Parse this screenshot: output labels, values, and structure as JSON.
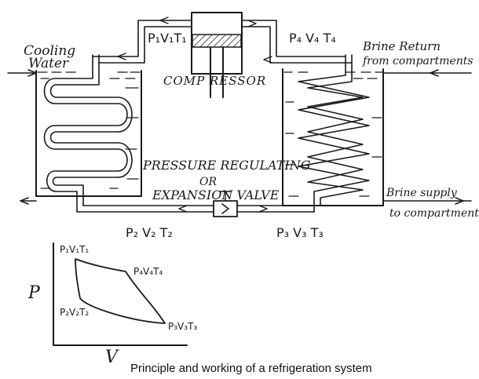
{
  "labels": {
    "cooling_water_line1": "Cooling",
    "cooling_water_line2": "Water",
    "p1v1t1": "P₁V₁T₁",
    "p4v4t4": "P₄ V₄ T₄",
    "brine_return_line1": "Brine Return",
    "brine_return_line2": "from compartments",
    "compressor": "COMP RESSOR",
    "pressure_regulating": "PRESSURE REGULATING",
    "or": "OR",
    "expansion_valve": "EXPANSION VALVE",
    "brine_supply_line1": "Brine supply",
    "brine_supply_line2": "to compartments",
    "p2v2t2": "P₂ V₂ T₂",
    "p3v3t3": "P₃ V₃ T₃"
  },
  "pv_diagram": {
    "axis_p": "P",
    "axis_v": "V",
    "point1": "P₁V₁T₁",
    "point2": "P₂V₂T₂",
    "point3": "P₃V₃T₃",
    "point4": "P₄V₄T₄"
  },
  "caption": "Principle and working of a refrigeration system"
}
